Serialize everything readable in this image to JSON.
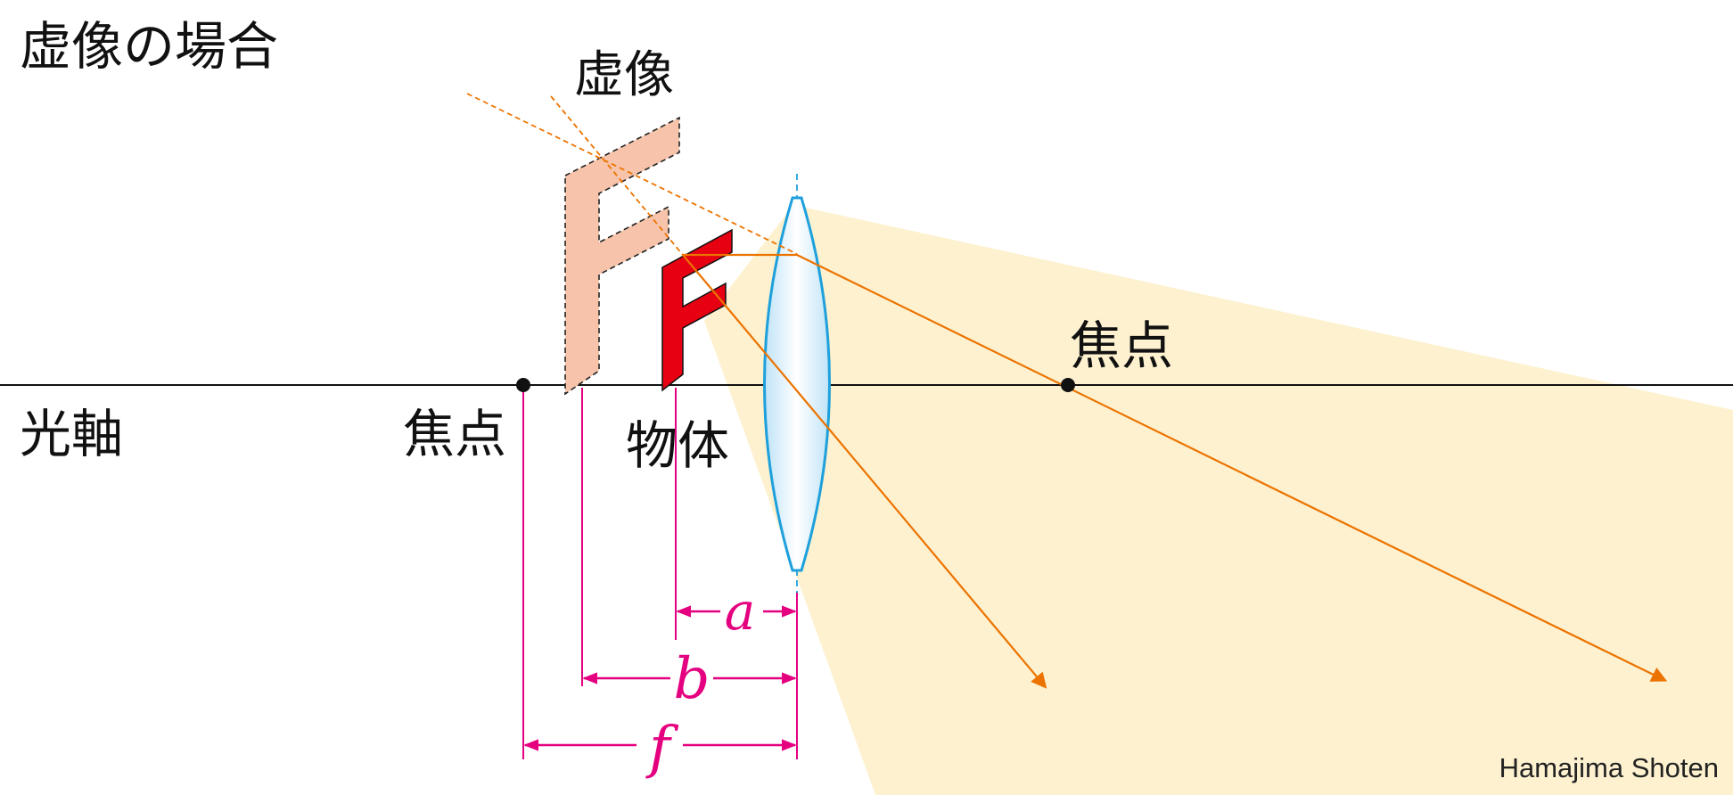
{
  "title": "虚像の場合",
  "labels": {
    "virtual_image": "虚像",
    "focal_point_right": "焦点",
    "optical_axis": "光軸",
    "focal_point_left": "焦点",
    "object": "物体"
  },
  "dimensions": {
    "a": "a",
    "b": "b",
    "f": "f"
  },
  "credit": "Hamajima Shoten",
  "colors": {
    "background": "#ffffff",
    "light_region": "#fdf1cf",
    "lens_stroke": "#1ea0dc",
    "lens_fill": "#d8eefb",
    "object_fill": "#e60012",
    "image_fill": "#f7c4ab",
    "ray": "#ec7300",
    "dimension": "#e4007f",
    "axis": "#111111"
  }
}
